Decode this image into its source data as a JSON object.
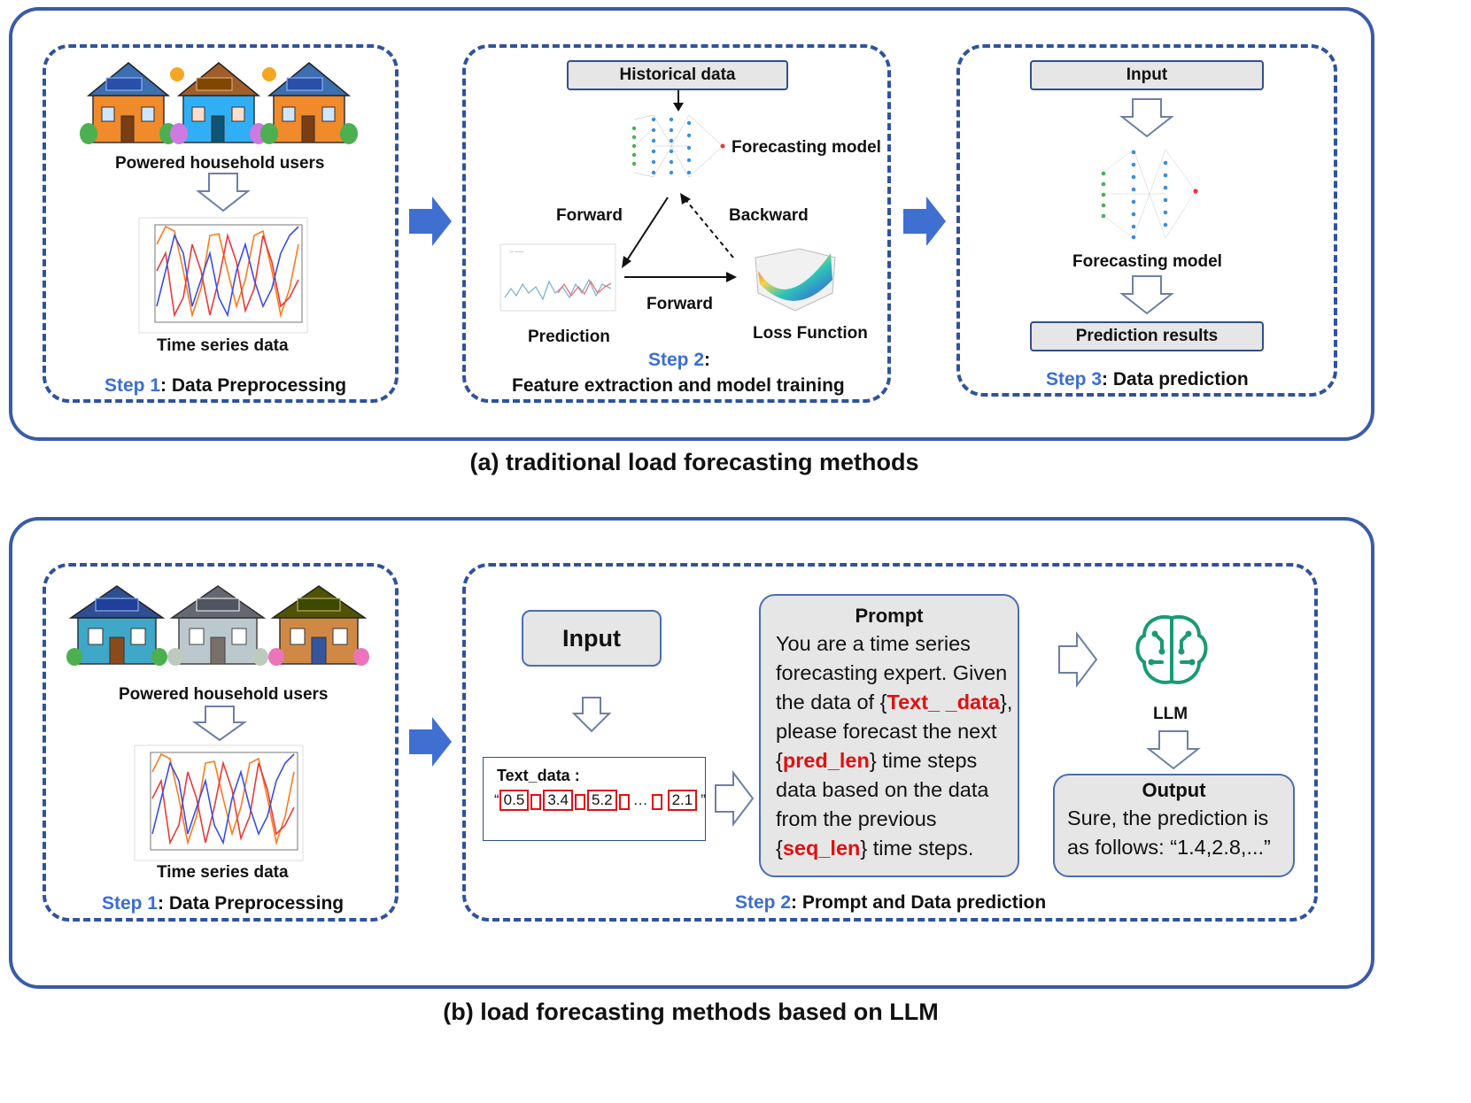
{
  "panel_a": {
    "caption": "(a) traditional load forecasting methods",
    "step1": {
      "houses_label": "Powered household users",
      "series_label": "Time series data",
      "step_num": "Step 1",
      "step_rest": ": Data Preprocessing"
    },
    "step2": {
      "historical": "Historical data",
      "model": "Forecasting model",
      "forward1": "Forward",
      "backward": "Backward",
      "forward2": "Forward",
      "prediction": "Prediction",
      "loss": "Loss Function",
      "step_num": "Step 2",
      "step_rest": ":",
      "step_line2": "Feature extraction and model training"
    },
    "step3": {
      "input": "Input",
      "model": "Forecasting model",
      "results": "Prediction results",
      "step_num": "Step 3",
      "step_rest": ": Data prediction"
    }
  },
  "panel_b": {
    "caption": "(b) load forecasting methods based on LLM",
    "step1": {
      "houses_label": "Powered household users",
      "series_label": "Time series data",
      "step_num": "Step 1",
      "step_rest": ": Data Preprocessing"
    },
    "step2": {
      "input": "Input",
      "text_data_label": "Text_data :",
      "open_quote": "“",
      "close_quote": "”",
      "values": [
        "0.5",
        "3.4",
        "5.2",
        "2.1"
      ],
      "ellipsis": "…",
      "prompt_title": "Prompt",
      "prompt_p1": "You are a time series forecasting expert. Given the data of {",
      "prompt_var1": "Text_ _data",
      "prompt_p2": "}, please forecast the next {",
      "prompt_var2": "pred_len",
      "prompt_p3": "} time steps data based on the data from the previous {",
      "prompt_var3": "seq_len",
      "prompt_p4": "} time steps.",
      "llm": "LLM",
      "output_title": "Output",
      "output_text": "Sure, the prediction is as follows: “1.4,2.8,...”",
      "step_num": "Step 2",
      "step_rest": ": Prompt and Data prediction"
    }
  },
  "colors": {
    "frame": "#3a5ba8",
    "arrow_fill": "#3f6fd0",
    "step_num": "#3b6ed1",
    "highlight": "#e01010"
  },
  "icons": [
    "house-icon",
    "sun-icon",
    "neural-network-icon",
    "loss-surface-icon",
    "brain-circuit-icon",
    "block-arrow-icon"
  ]
}
